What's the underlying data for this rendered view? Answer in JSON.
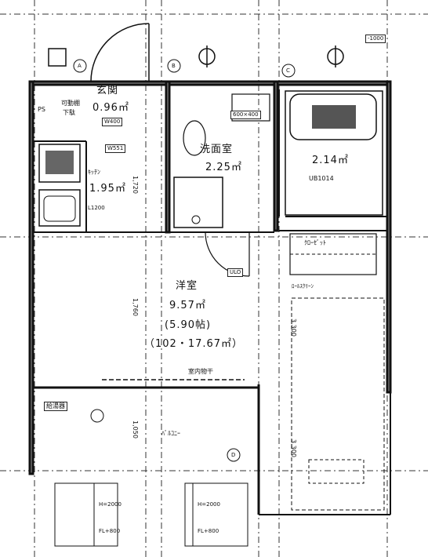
{
  "rooms": {
    "genkan_name": "玄関",
    "genkan_area": "0.96㎡",
    "senmen_name": "洗面室",
    "senmen_area": "2.25㎡",
    "bath_area": "2.14㎡",
    "bath_size": "UB1014",
    "kitchen_name": "ｷｯﾁﾝ",
    "kitchen_area": "1.95㎡",
    "yoshitsu_name": "洋室",
    "yoshitsu_area": "9.57㎡",
    "yoshitsu_jo": "(5.90帖)",
    "yoshitsu_total": "（102・17.67㎡）",
    "balcony_name": "ﾊﾞﾙｺﾆｰ"
  },
  "labels": {
    "shoe_box_1": "可動棚",
    "shoe_box_2": "下駄",
    "ps": "PS",
    "w400": "W400",
    "w551": "W551",
    "basin_size": "600×400",
    "l1200": "L1200",
    "ulo": "ULO",
    "closet": "ｸﾛｰｾﾞｯﾄ",
    "roll_screen": "ﾛｰﾙｽｸﾘｰﾝ",
    "indoor_dryer": "室内物干",
    "water_heater": "給湯器",
    "wall_mark": "-1000",
    "dim_1760": "1,760",
    "dim_1720": "1,720",
    "dim_1050": "1,050",
    "dim_3300": "3,300",
    "dim_3300b": "3,300",
    "rail_1": "H=2000",
    "rail_2": "H=2000",
    "rail_3": "FL+800",
    "rail_4": "FL+800"
  },
  "symbols": {
    "circle_a": "A",
    "circle_b": "B",
    "circle_c": "C",
    "circle_d": "D"
  }
}
